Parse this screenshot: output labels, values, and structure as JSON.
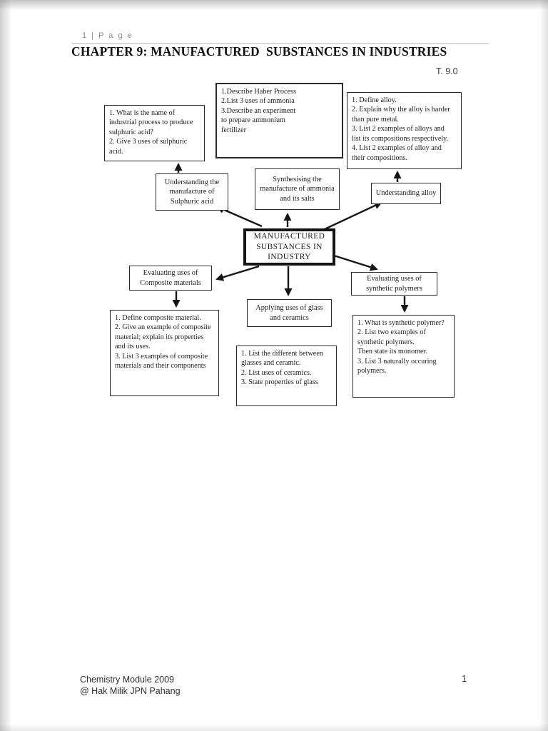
{
  "page": {
    "page_marker": "1 | P a g e",
    "title": "CHAPTER 9: MANUFACTURED  SUBSTANCES IN INDUSTRIES",
    "section_tag": "T. 9.0",
    "footer": "Chemistry Module 2009\n@ Hak Milik JPN Pahang",
    "page_number": "1"
  },
  "diagram": {
    "center_label": "MANUFACTURED\nSUBSTANCES IN\nINDUSTRY",
    "topics": {
      "sulphuric": "Understanding the\nmanufacture of\nSulphuric acid",
      "ammonia": "Synthesising the\nmanufacture of ammonia\nand its salts",
      "alloy": "Understanding alloy",
      "composite": "Evaluating uses of\nComposite materials",
      "glass": "Applying uses of glass\nand ceramics",
      "polymer": "Evaluating uses of\nsynthetic polymers"
    },
    "questions": {
      "sulphuric": "1. What is the name of\nindustrial process to produce\nsulphuric acid?\n2. Give 3 uses of sulphuric\nacid.",
      "ammonia": "1.Describe Haber Process\n2.List 3 uses of ammonia\n3.Describe an experiment\nto prepare ammonium\nfertilizer",
      "alloy": "1. Define alloy.\n2. Explain why the alloy is harder\nthan pure metal.\n3.  List 2 examples of alloys and\nlist its compositions respectively.\n4. List 2 examples of alloy and\ntheir compositions.",
      "composite": "1. Define composite material.\n2. Give an example of composite\nmaterial; explain its properties\nand its uses.\n3.  List 3 examples of composite\nmaterials and their components",
      "glass": "1. List the different between\nglasses and ceramic.\n2.  List uses of ceramics.\n3.  State properties of glass",
      "polymer": "1. What is synthetic polymer?\n2. List two examples of\nsynthetic polymers.\n Then state its monomer.\n3.  List 3 naturally occuring\npolymers."
    }
  },
  "colors": {
    "ink": "#1c1c1c",
    "border": "#2a2a2a",
    "muted_gray": "#8a8a8a",
    "rule_gray": "#d9d9d9",
    "page_bg": "#ffffff"
  }
}
